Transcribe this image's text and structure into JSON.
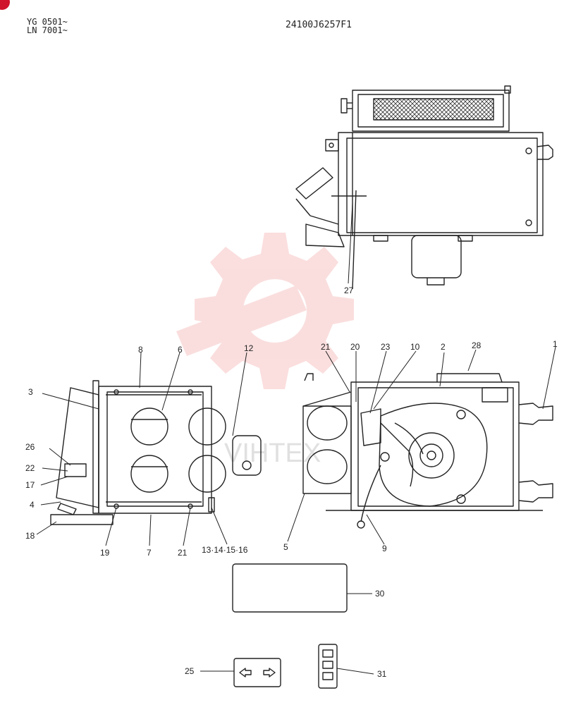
{
  "header": {
    "model_line_1": "YG 0501~",
    "model_line_2": "LN 7001~",
    "part_number": "24100J6257F1"
  },
  "watermark": {
    "text": "VIHTEX",
    "color": "#f08a8a"
  },
  "accent": {
    "corner_badge": "#d0142c",
    "ink": "#222222"
  },
  "callouts": {
    "c1": "1",
    "c2": "2",
    "c3": "3",
    "c4": "4",
    "c5": "5",
    "c6": "6",
    "c7": "7",
    "c8": "8",
    "c9": "9",
    "c10": "10",
    "c12": "12",
    "c13": "13·14·15·16",
    "c17": "17",
    "c18": "18",
    "c19": "19",
    "c20": "20",
    "c21a": "21",
    "c21b": "21",
    "c22": "22",
    "c23": "23",
    "c25": "25",
    "c26": "26",
    "c27": "27",
    "c28": "28",
    "c30": "30",
    "c31": "31"
  }
}
